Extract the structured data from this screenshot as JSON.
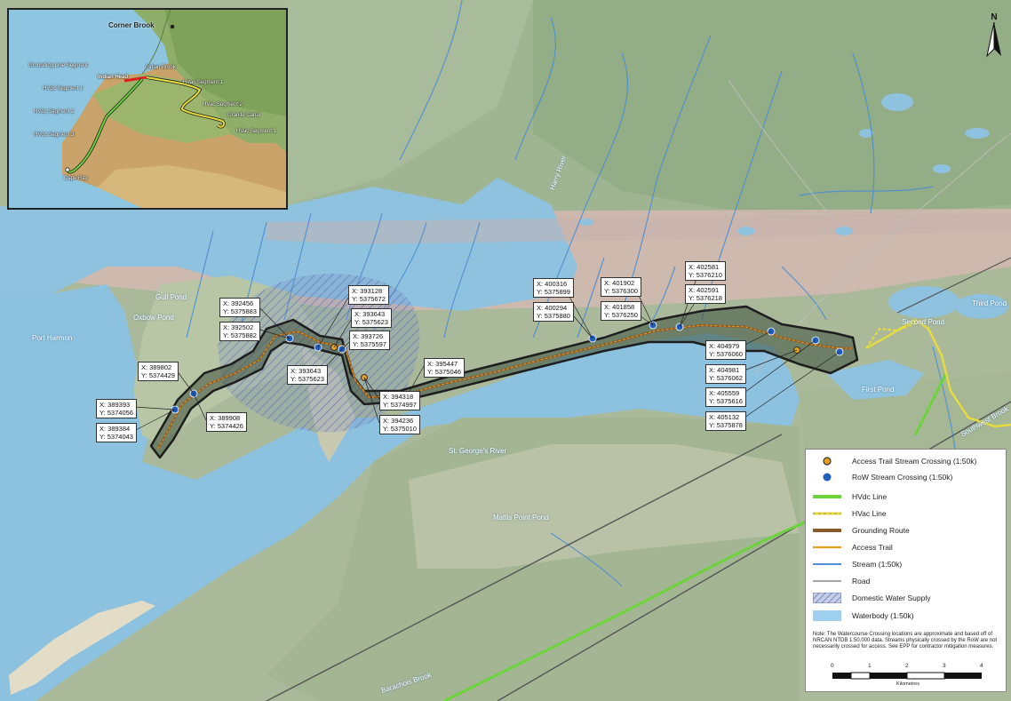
{
  "inset": {
    "labels": {
      "corner_brook": "Corner Brook",
      "grounding_line": "Grounding Line Segment",
      "sexalin_brook": "Indian Brook",
      "indian_head": "Indian Head",
      "hvac_seg1_top": "HVac Segment 1",
      "hvdc_seg1": "HVdc Segment 1",
      "hvdc_seg2": "HVdc Segment 2",
      "hvdc_seg3": "HVdc Segment 3",
      "hvac_seg2": "HVac Segment 2",
      "granite_canal": "Granite Canal",
      "hvac_seg1_bottom": "HVac Segment 1",
      "cape_ray": "Cape Ray"
    }
  },
  "north_arrow": {
    "label": "N"
  },
  "place_labels": {
    "port_harmon": "Port Harmon",
    "gull_pond": "Gull Pond",
    "oxbow_pond": "Oxbow Pond",
    "st_georges_river": "St. George's River",
    "harry_river": "Harry River",
    "mattis_point_pond": "Mattis Point Pond",
    "third_pond": "Third Pond",
    "second_pond": "Second Pond",
    "first_pond": "First Pond",
    "barachois_brook": "Barachois Brook",
    "southwest_brook": "Southwest Brook"
  },
  "crossings": [
    {
      "x": "389393",
      "y": "5374056"
    },
    {
      "x": "389384",
      "y": "5374043"
    },
    {
      "x": "389802",
      "y": "5374429"
    },
    {
      "x": "389908",
      "y": "5374426"
    },
    {
      "x": "392456",
      "y": "5375883"
    },
    {
      "x": "392502",
      "y": "5375882"
    },
    {
      "x": "393128",
      "y": "5375672"
    },
    {
      "x": "393643",
      "y": "5375623"
    },
    {
      "x": "393726",
      "y": "5375597"
    },
    {
      "x": "393643",
      "y": "5375623"
    },
    {
      "x": "394318",
      "y": "5374997"
    },
    {
      "x": "394236",
      "y": "5375010"
    },
    {
      "x": "395447",
      "y": "5375046"
    },
    {
      "x": "400316",
      "y": "5375899"
    },
    {
      "x": "400294",
      "y": "5375880"
    },
    {
      "x": "401902",
      "y": "5376300"
    },
    {
      "x": "401858",
      "y": "5376250"
    },
    {
      "x": "402581",
      "y": "5376210"
    },
    {
      "x": "402591",
      "y": "5376218"
    },
    {
      "x": "404979",
      "y": "5376060"
    },
    {
      "x": "404981",
      "y": "5376062"
    },
    {
      "x": "405559",
      "y": "5375616"
    },
    {
      "x": "405132",
      "y": "5375878"
    }
  ],
  "legend": {
    "items": [
      "Access Trail Stream Crossing (1:50k)",
      "RoW Stream Crossing (1:50k)",
      "HVdc Line",
      "HVac Line",
      "Grounding Route",
      "Access Trail",
      "Stream (1:50k)",
      "Road",
      "Domestic Water Supply",
      "Waterbody (1:50k)"
    ],
    "colors": {
      "access_crossing": "#e8a020",
      "row_crossing": "#1f5fbf",
      "hvdc": "#6bd43a",
      "hvac": "#e8dc3c",
      "grounding": "#8a5a2a",
      "access_trail": "#e8a020",
      "stream": "#3a7fd0",
      "road": "#9a9a9a",
      "domestic": "#7a90c8",
      "waterbody": "#9fd0f0"
    },
    "note": "Note: The Watercourse Crossing locations are approximate and based off of NRCAN NTDB 1:50,000 data. Streams physically crossed by the RoW are not necessarily crossed for access. See EPP for contractor mitigation measures.",
    "scale_ticks": [
      "0",
      "1",
      "2",
      "3",
      "4"
    ],
    "scale_unit": "Kilometres"
  }
}
